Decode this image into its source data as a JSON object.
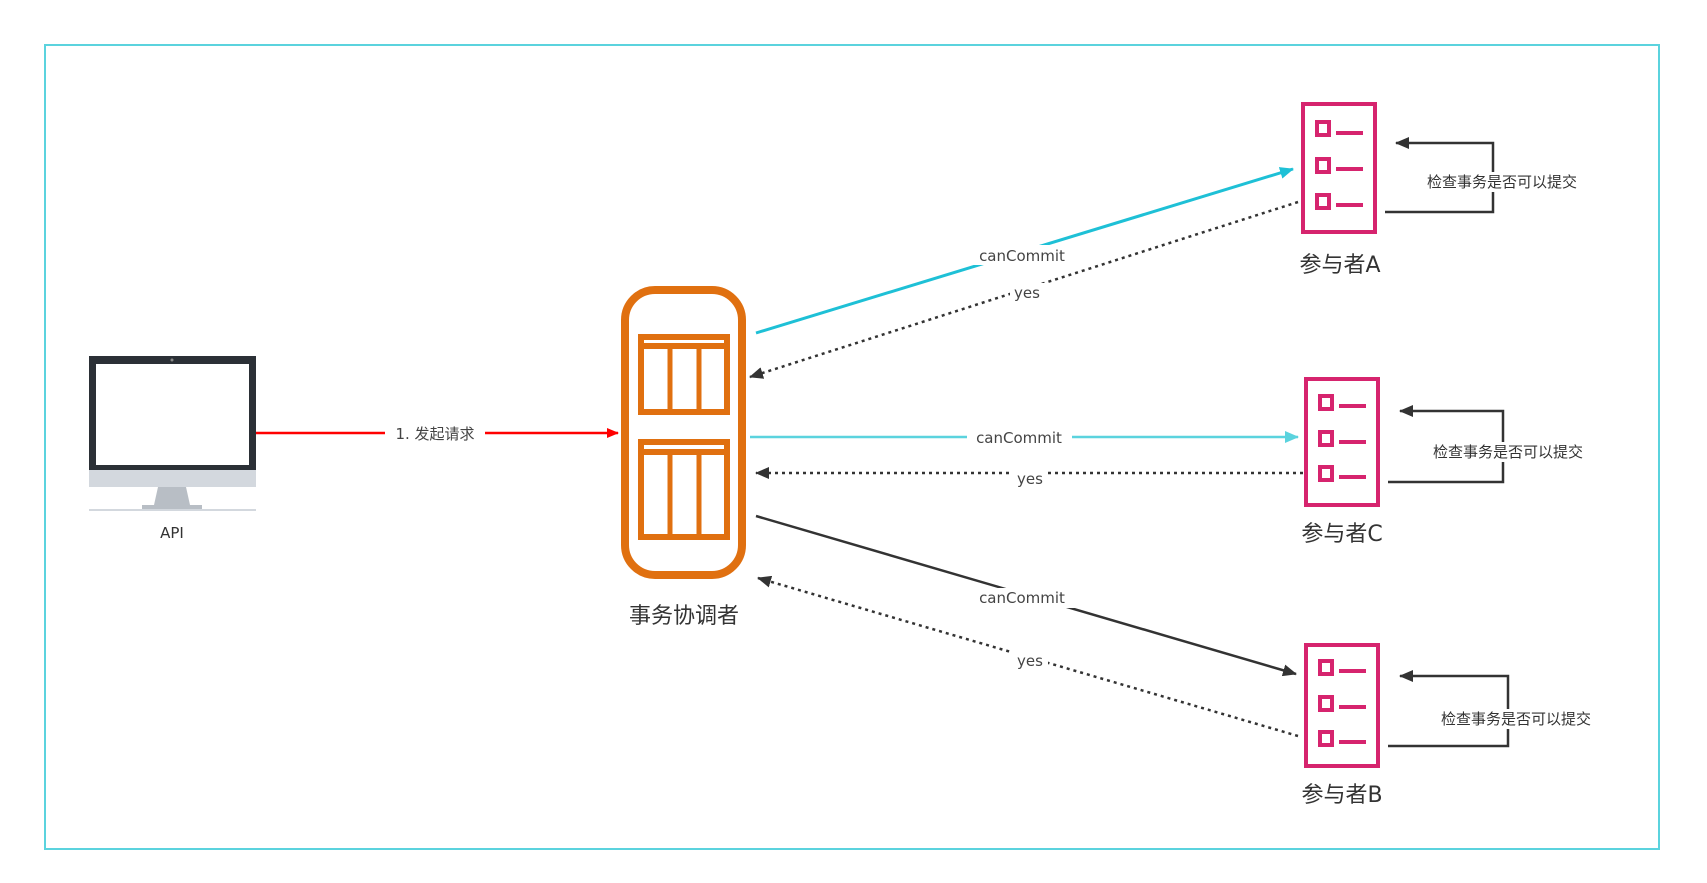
{
  "colors": {
    "frame": "#5bd3de",
    "request_arrow": "#ff0000",
    "commit_arrow_a": "#1ec0d6",
    "commit_arrow_c": "#5bd3de",
    "commit_arrow_b": "#333333",
    "reply_arrow": "#333333",
    "coordinator": "#e07010",
    "participant": "#d6246e",
    "monitor": "#2b3036"
  },
  "client": {
    "label": "API",
    "icon": "desktop-monitor-icon"
  },
  "request": {
    "label": "1. 发起请求"
  },
  "coordinator": {
    "label": "事务协调者",
    "icon": "database-table-icon"
  },
  "participants": [
    {
      "id": "a",
      "label": "参与者A",
      "commit_label": "canCommit",
      "reply_label": "yes",
      "check_label": "检查事务是否可以提交",
      "icon": "checklist-icon"
    },
    {
      "id": "c",
      "label": "参与者C",
      "commit_label": "canCommit",
      "reply_label": "yes",
      "check_label": "检查事务是否可以提交",
      "icon": "checklist-icon"
    },
    {
      "id": "b",
      "label": "参与者B",
      "commit_label": "canCommit",
      "reply_label": "yes",
      "check_label": "检查事务是否可以提交",
      "icon": "checklist-icon"
    }
  ]
}
